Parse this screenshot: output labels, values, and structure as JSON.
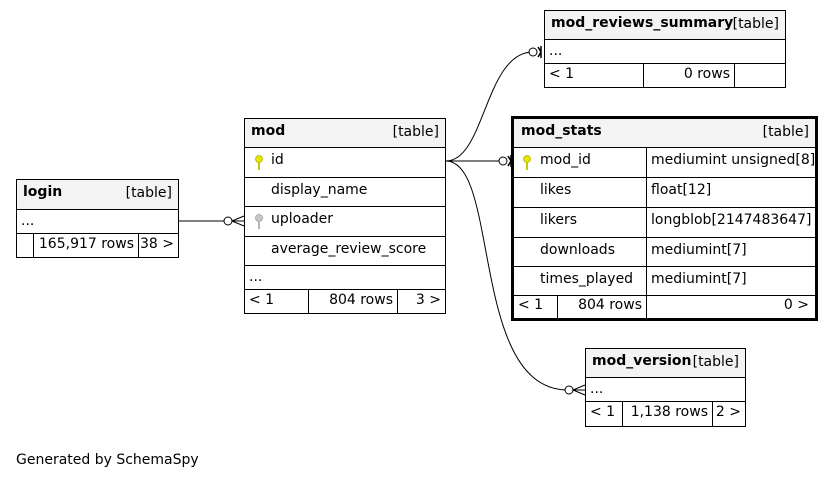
{
  "tables": {
    "mod_reviews_summary": {
      "name": "mod_reviews_summary",
      "kind": "[table]",
      "ellipsis": "...",
      "prev": "< 1",
      "rows": "0 rows",
      "next": ""
    },
    "mod_stats": {
      "name": "mod_stats",
      "kind": "[table]",
      "columns": [
        {
          "name": "mod_id",
          "type": "mediumint unsigned[8]"
        },
        {
          "name": "likes",
          "type": "float[12]"
        },
        {
          "name": "likers",
          "type": "longblob[2147483647]"
        },
        {
          "name": "downloads",
          "type": "mediumint[7]"
        },
        {
          "name": "times_played",
          "type": "mediumint[7]"
        }
      ],
      "prev": "< 1",
      "rows": "804 rows",
      "next": "0 >"
    },
    "mod": {
      "name": "mod",
      "kind": "[table]",
      "columns": [
        "id",
        "display_name",
        "uploader",
        "average_review_score"
      ],
      "ellipsis": "...",
      "prev": "< 1",
      "rows": "804 rows",
      "next": "3 >"
    },
    "login": {
      "name": "login",
      "kind": "[table]",
      "ellipsis": "...",
      "rows": "165,917 rows",
      "next": "38 >"
    },
    "mod_version": {
      "name": "mod_version",
      "kind": "[table]",
      "ellipsis": "...",
      "prev": "< 1",
      "rows": "1,138 rows",
      "next": "2 >"
    }
  },
  "footer": "Generated by SchemaSpy",
  "colors": {
    "primary_key": "#e6e600",
    "foreign_key": "#b4b4b4",
    "line": "#000000",
    "header_bg": "#f3f3f3"
  },
  "icons": {
    "primary_key": "key-icon",
    "foreign_key": "key-icon"
  }
}
